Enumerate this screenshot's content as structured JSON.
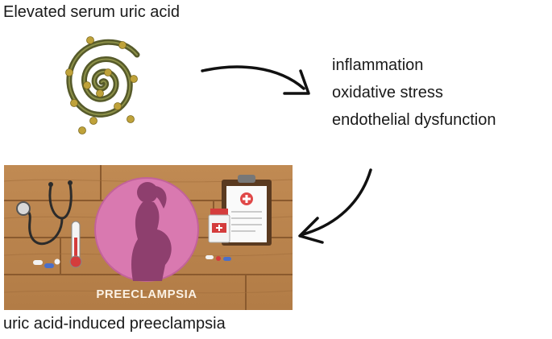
{
  "title": "Elevated serum uric acid",
  "effects": [
    "inflammation",
    "oxidative stress",
    "endothelial dysfunction"
  ],
  "panel": {
    "banner": "PREECLAMPSIA"
  },
  "caption": "uric acid-induced preeclampsia",
  "colors": {
    "wood_light": "#c9955e",
    "wood_dark": "#8a5a2e",
    "circle_pink": "#d979b0",
    "silhouette": "#8e3f6e",
    "spiral_green": "#565a2a",
    "dot_gold": "#bfa23a"
  },
  "icons": [
    "uric-acid-spiral-icon",
    "stethoscope-icon",
    "thermometer-icon",
    "pregnant-woman-icon",
    "clipboard-icon",
    "medicine-bottle-icon",
    "pills-icon",
    "curved-arrow-icon"
  ]
}
